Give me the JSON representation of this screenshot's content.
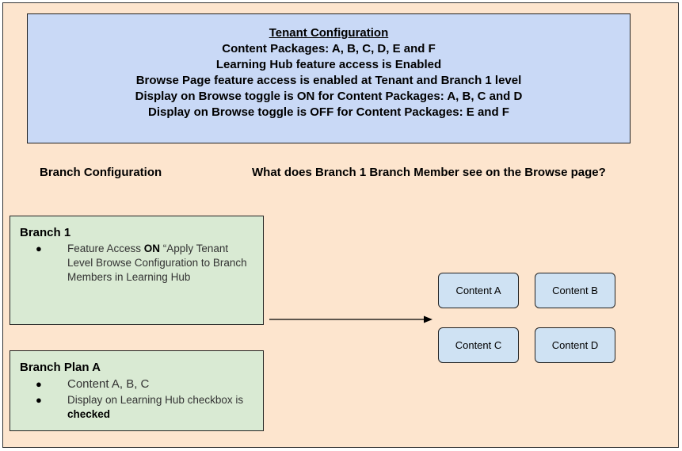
{
  "tenant": {
    "title": "Tenant Configuration",
    "lines": [
      "Content Packages: A, B, C, D, E and F",
      "Learning Hub feature access is Enabled",
      "Browse Page feature access is enabled at Tenant and Branch 1 level",
      "Display on Browse toggle is ON for Content Packages: A, B, C and D",
      "Display on Browse toggle is OFF for Content Packages: E and F"
    ]
  },
  "branch_config_heading": "Branch Configuration",
  "question_heading": "What does Branch 1 Branch Member see on the Browse page?",
  "branch1": {
    "title": "Branch 1",
    "bullet_prefix": "Feature Access ",
    "bullet_bold": "ON",
    "bullet_suffix": " “Apply Tenant Level Browse Configuration to Branch Members in Learning Hub"
  },
  "branch_plan": {
    "title": "Branch Plan A",
    "item1": "Content A, B, C",
    "item2_prefix": "Display on Learning Hub checkbox is ",
    "item2_bold": "checked"
  },
  "bullet_glyph": "●",
  "contents": [
    "Content A",
    "Content B",
    "Content C",
    "Content D"
  ]
}
